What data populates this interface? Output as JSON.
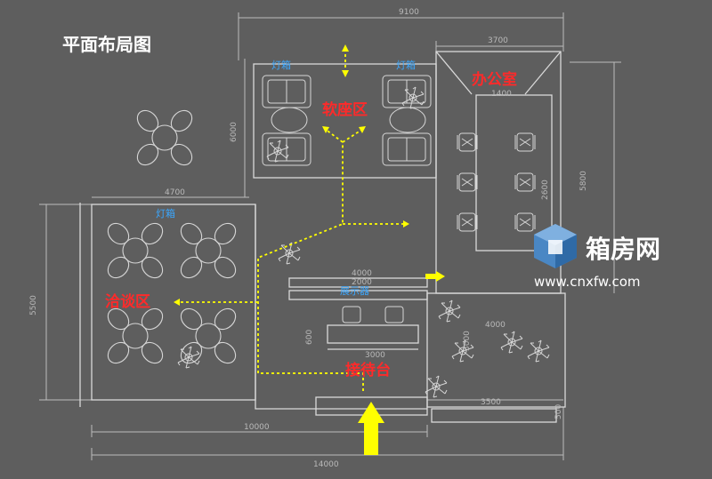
{
  "title": "平面布局图",
  "zones": {
    "soft_seating": "软座区",
    "office": "办公室",
    "negotiation": "洽谈区",
    "reception": "接待台"
  },
  "sub_labels": {
    "lightbox_left": "灯箱",
    "lightbox_right": "灯箱",
    "lightbox_mid": "灯箱",
    "display_counter": "展示器"
  },
  "dimensions": {
    "d9100": "9100",
    "d3700": "3700",
    "d1400": "1400",
    "d6000": "6000",
    "d4700": "4700",
    "d2600": "2600",
    "d5800": "5800",
    "d5500": "5500",
    "d4000a": "4000",
    "d2000": "2000",
    "d600": "600",
    "d3000": "3000",
    "d4000b": "4000",
    "d3500": "3500",
    "d500": "500",
    "d10000": "10000",
    "d14000": "14000"
  },
  "watermark": {
    "name": "箱房网",
    "url": "www.cnxfw.com"
  },
  "colors": {
    "background": "#5e5e5e",
    "lines": "#cfcfcf",
    "flow_arrow": "#ffff00",
    "zone_label": "#ff2a2a",
    "sub_label": "#3aa7ff",
    "logo_blue": "#4a87c4"
  },
  "icons": [
    "chair-cluster-icon",
    "sofa-icon",
    "plant-icon",
    "logo-cube-icon",
    "arrow-icon"
  ]
}
